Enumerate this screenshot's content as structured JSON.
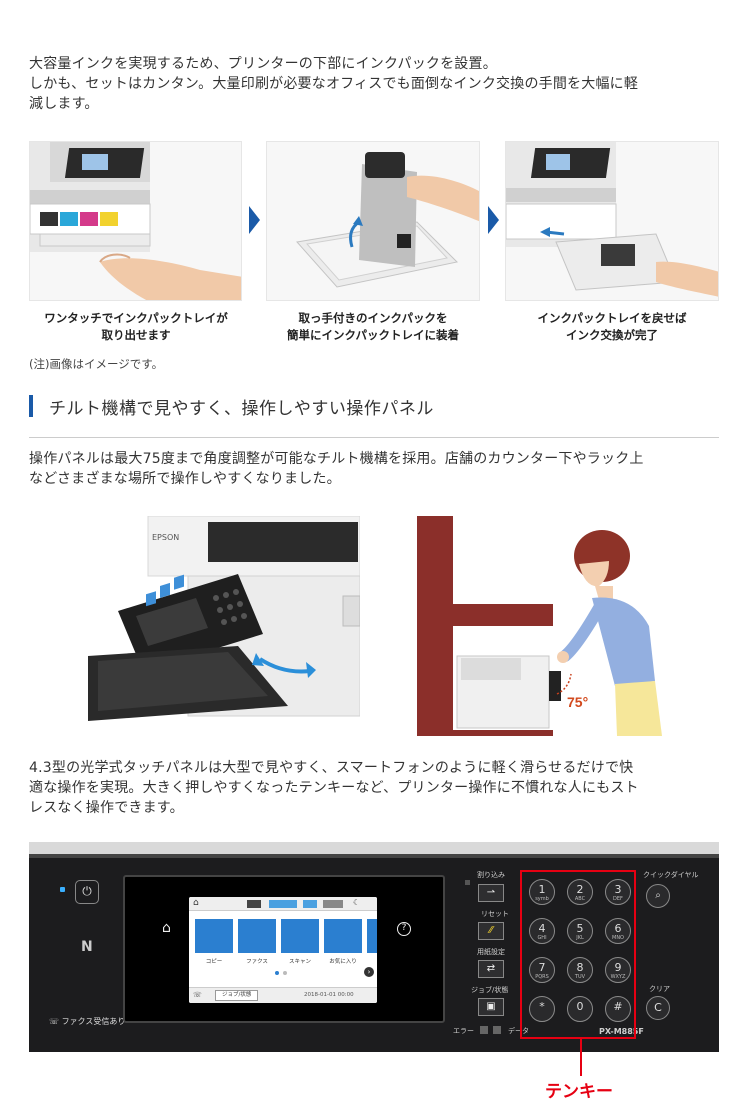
{
  "intro": {
    "line1": "大容量インクを実現するため、プリンターの下部にインクパックを設置。",
    "line2": "しかも、セットはカンタン。大量印刷が必要なオフィスでも面倒なインク交換の手間を大幅に軽",
    "line3": "減します。"
  },
  "steps": [
    {
      "line1": "ワンタッチでインクパックトレイが",
      "line2": "取り出せます"
    },
    {
      "line1": "取っ手付きのインクパックを",
      "line2": "簡単にインクパックトレイに装着"
    },
    {
      "line1": "インクパックトレイを戻せば",
      "line2": "インク交換が完了"
    }
  ],
  "note": "(注)画像はイメージです。",
  "section_heading": "チルト機構で見やすく、操作しやすい操作パネル",
  "tilt": {
    "line1": "操作パネルは最大75度まで角度調整が可能なチルト機構を採用。店舗のカウンター下やラック上",
    "line2": "などさまざまな場所で操作しやすくなりました。",
    "angle_label": "75°",
    "brand": "EPSON"
  },
  "touch": {
    "line1": "4.3型の光学式タッチパネルは大型で見やすく、スマートフォンのように軽く滑らせるだけで快",
    "line2": "適な操作を実現。大きく押しやすくなったテンキーなど、プリンター操作に不慣れな人にもスト",
    "line3": "レスなく操作できます。"
  },
  "panel": {
    "fax_received": "ファクス受信あり",
    "model": "PX-M885F",
    "quick_dial": "クイックダイヤル",
    "clear": "クリア",
    "error": "エラー",
    "data": "データ",
    "side": [
      "割り込み",
      "リセット",
      "用紙設定",
      "ジョブ/状態"
    ],
    "screen_apps": [
      "コピー",
      "ファクス",
      "スキャン",
      "お気に入り"
    ],
    "screen_job": "ジョブ/状態",
    "screen_time": "2018-01-01 00:00",
    "keys": [
      {
        "n": "1",
        "s": "symb"
      },
      {
        "n": "2",
        "s": "ABC"
      },
      {
        "n": "3",
        "s": "DEF"
      },
      {
        "n": "4",
        "s": "GHI"
      },
      {
        "n": "5",
        "s": "JKL"
      },
      {
        "n": "6",
        "s": "MNO"
      },
      {
        "n": "7",
        "s": "PQRS"
      },
      {
        "n": "8",
        "s": "TUV"
      },
      {
        "n": "9",
        "s": "WXYZ"
      },
      {
        "n": "*",
        "s": ""
      },
      {
        "n": "0",
        "s": ""
      },
      {
        "n": "#",
        "s": ""
      }
    ],
    "clear_key": "C"
  },
  "tenkey_label": "テンキー",
  "colors": {
    "accent_blue": "#1a5aa8",
    "highlight_red": "#e60012",
    "wall_red": "#8b2f2a"
  }
}
